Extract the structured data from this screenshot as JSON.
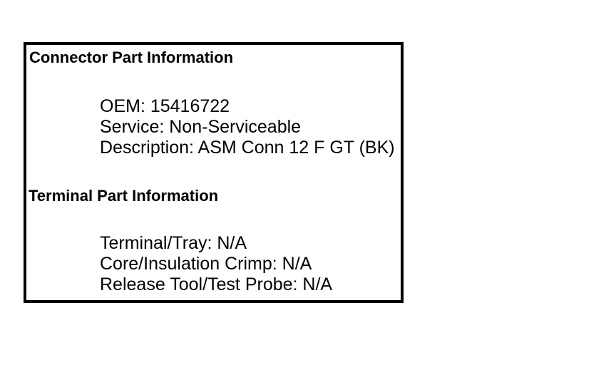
{
  "colors": {
    "background": "#ffffff",
    "text": "#000000",
    "panel_border": "#000000"
  },
  "panel": {
    "sections": [
      {
        "heading": "Connector Part Information",
        "lines": [
          "OEM: 15416722",
          "Service: Non-Serviceable",
          "Description: ASM Conn 12 F GT (BK)"
        ]
      },
      {
        "heading": "Terminal Part Information",
        "lines": [
          "Terminal/Tray: N/A",
          "Core/Insulation Crimp: N/A",
          "Release Tool/Test Probe: N/A"
        ]
      }
    ]
  }
}
